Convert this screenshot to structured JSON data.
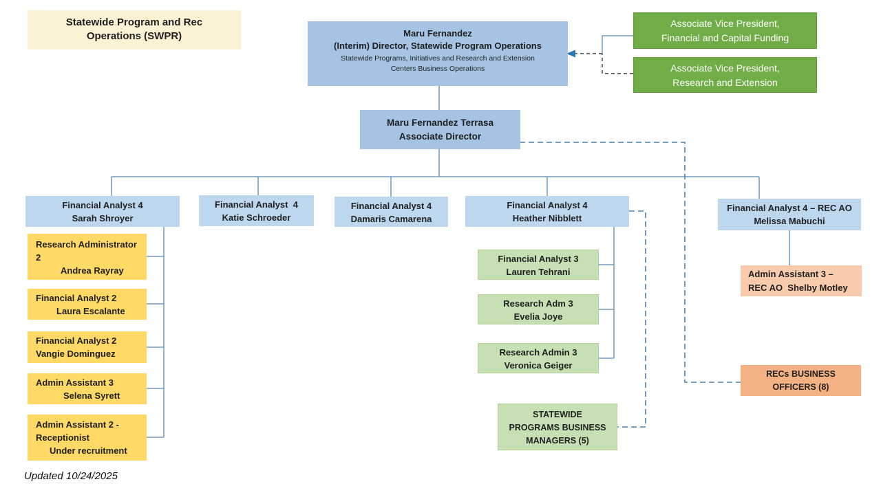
{
  "title_box": {
    "line1": "Statewide Program and Rec",
    "line2": "Operations (SWPR)"
  },
  "footer": {
    "updated": "Updated 10/24/2025"
  },
  "colors": {
    "box_blue_medium": "#a5c4e4",
    "box_blue_light": "#bdd7ee",
    "box_green_dark": "#70ad47",
    "box_green_light": "#c6e0b4",
    "box_yellow": "#ffd966",
    "box_peach": "#f8cbad",
    "box_orange": "#f4b183",
    "box_cream": "#fbf1d3",
    "connector_blue": "#5b87ae",
    "connector_dark_dashed": "#3b3b3b"
  },
  "nodes": {
    "director": {
      "name": "Maru Fernandez",
      "role": "(Interim) Director, Statewide Program Operations",
      "sub1": "Statewide Programs, Initiatives and Research and Extension",
      "sub2": "Centers Business Operations"
    },
    "avp_financial": {
      "line1": "Associate Vice President,",
      "line2": "Financial and Capital Funding"
    },
    "avp_research": {
      "line1": "Associate Vice President,",
      "line2": "Research and Extension"
    },
    "associate_director": {
      "name": "Maru Fernandez Terrasa",
      "role": "Associate Director"
    },
    "fa4_sarah": {
      "role": "Financial Analyst 4",
      "name": "Sarah Shroyer"
    },
    "fa4_katie": {
      "role": "Financial Analyst  4",
      "name": "Katie Schroeder"
    },
    "fa4_damaris": {
      "role": "Financial Analyst 4",
      "name": "Damaris Camarena"
    },
    "fa4_heather": {
      "role": "Financial Analyst 4",
      "name": "Heather Nibblett"
    },
    "fa4_melissa": {
      "role": "Financial Analyst 4 – REC AO",
      "name": "Melissa Mabuchi"
    },
    "research_admin2": {
      "role": "Research Administrator 2",
      "name": "Andrea Rayray"
    },
    "fa2_escalante": {
      "role": "Financial Analyst 2",
      "name": "Laura Escalante"
    },
    "fa2_dominguez": {
      "role": "Financial Analyst 2",
      "name": "Vangie Dominguez"
    },
    "aa3_syrett": {
      "role": "Admin Assistant 3",
      "name": "Selena Syrett"
    },
    "aa2_receptionist": {
      "role": "Admin Assistant 2 - Receptionist",
      "name": "Under recruitment"
    },
    "fa3_tehrani": {
      "role": "Financial Analyst 3",
      "name": "Lauren Tehrani"
    },
    "ra3_joye": {
      "role": "Research Adm 3",
      "name": "Evelia Joye"
    },
    "ra3_geiger": {
      "role": "Research Admin 3",
      "name": "Veronica Geiger"
    },
    "statewide_managers": {
      "line1": "STATEWIDE",
      "line2": "PROGRAMS BUSINESS",
      "line3": "MANAGERS (5)"
    },
    "aa3_shelby": {
      "line1": "Admin Assistant 3 –",
      "line2": "REC AO  Shelby Motley"
    },
    "recs_officers": {
      "line1": "RECs BUSINESS",
      "line2": "OFFICERS (8)"
    }
  }
}
